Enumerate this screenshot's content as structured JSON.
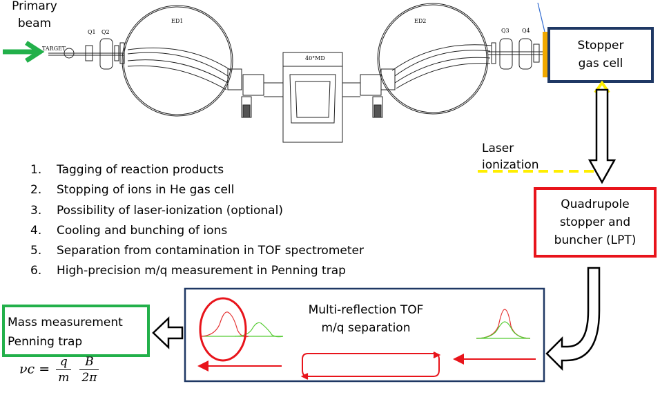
{
  "labels": {
    "primary_beam": "Primary\nbeam",
    "target": "TARGET",
    "q1": "Q1",
    "q2": "Q2",
    "q3": "Q3",
    "q4": "Q4",
    "ed1": "ED1",
    "ed2": "ED2",
    "md": "40°MD",
    "laser_ionization": "Laser\nionization"
  },
  "boxes": {
    "stopper": "Stopper\ngas cell",
    "quadrupole": "Quadrupole\nstopper and\nbuncher (LPT)",
    "mrtof": "Multi-reflection TOF\nm/q separation",
    "mass": "Mass measurement\nPenning trap"
  },
  "steps": [
    {
      "num": "1.",
      "text": "Tagging of reaction products"
    },
    {
      "num": "2.",
      "text": "Stopping of ions in He gas cell"
    },
    {
      "num": "3.",
      "text": "Possibility of laser-ionization (optional)"
    },
    {
      "num": "4.",
      "text": "Cooling and bunching of ions"
    },
    {
      "num": "5.",
      "text": "Separation from contamination in TOF spectrometer"
    },
    {
      "num": "6.",
      "text": "High-precision m/q measurement in Penning trap"
    }
  ],
  "formula": {
    "lhs": "νc =",
    "q": "q",
    "m": "m",
    "B": "B",
    "two_pi": "2π"
  },
  "colors": {
    "blue_box": "#1f3864",
    "red": "#e8141b",
    "green": "#22b04a",
    "yellow": "#ffee00",
    "orange": "#f0a800",
    "peak_red": "#e53333",
    "peak_green": "#55cc33"
  }
}
